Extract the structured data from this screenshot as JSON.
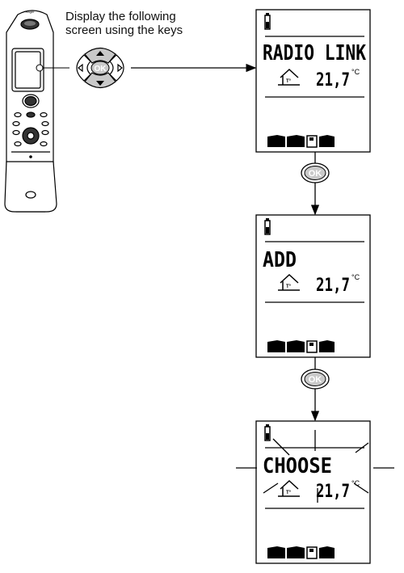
{
  "instruction": {
    "line1": "Display the following",
    "line2": "screen using the keys"
  },
  "ok_key_label": "OK",
  "remote_brand": "Hager",
  "screens": [
    {
      "label": "RADIO LINK",
      "temperature": "21,7",
      "unit": "°C",
      "flashing": false
    },
    {
      "label": "ADD",
      "temperature": "21,7",
      "unit": "°C",
      "flashing": false
    },
    {
      "label": "CHOOSE",
      "temperature": "21,7",
      "unit": "°C",
      "flashing": true
    }
  ],
  "colors": {
    "key_fill": "#c9c9c9",
    "line": "#000000"
  }
}
